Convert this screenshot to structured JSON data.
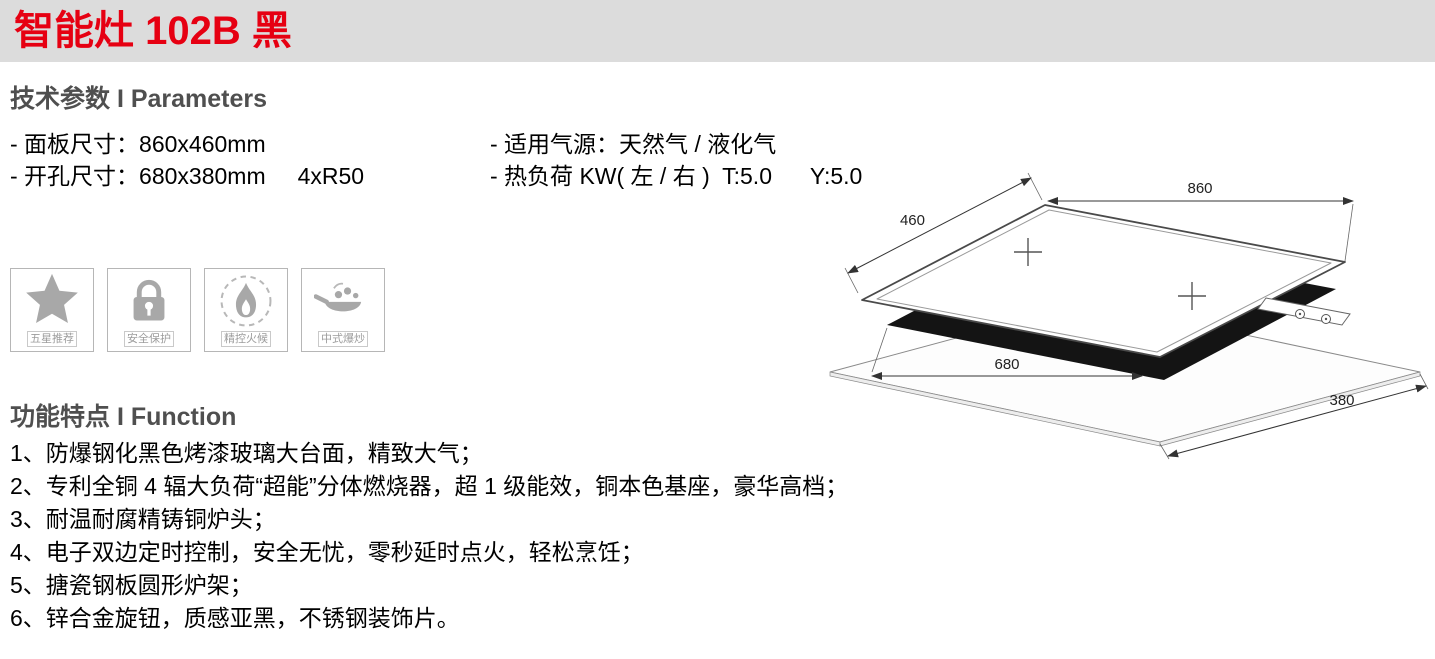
{
  "page": {
    "title": "智能灶 102B 黑"
  },
  "colors": {
    "title_red": "#e60012",
    "banner_gray": "#dcdcdc",
    "heading_gray": "#4f4f4f"
  },
  "parameters": {
    "heading": "技术参数 I Parameters",
    "left": [
      "- 面板尺寸：860x460mm",
      "- 开孔尺寸：680x380mm     4xR50"
    ],
    "right": [
      "- 适用气源：天然气 / 液化气",
      "- 热负荷 KW( 左 / 右 )  T:5.0      Y:5.0"
    ]
  },
  "badges": [
    {
      "icon": "star-icon",
      "label": "五星推荐"
    },
    {
      "icon": "lock-icon",
      "label": "安全保护"
    },
    {
      "icon": "flame-icon",
      "label": "精控火候"
    },
    {
      "icon": "wok-icon",
      "label": "中式爆炒"
    }
  ],
  "diagram": {
    "name": "cooktop-isometric-drawing",
    "dim_panel_width": "860",
    "dim_panel_depth": "460",
    "dim_cutout_width": "680",
    "dim_cutout_depth": "380"
  },
  "functions": {
    "heading": "功能特点 I Function",
    "items": [
      "1、防爆钢化黑色烤漆玻璃大台面，精致大气；",
      "2、专利全铜 4 辐大负荷“超能”分体燃烧器，超 1 级能效，铜本色基座，豪华高档；",
      "3、耐温耐腐精铸铜炉头；",
      "4、电子双边定时控制，安全无忧，零秒延时点火，轻松烹饪；",
      "5、搪瓷钢板圆形炉架；",
      "6、锌合金旋钮，质感亚黑，不锈钢装饰片。"
    ]
  }
}
